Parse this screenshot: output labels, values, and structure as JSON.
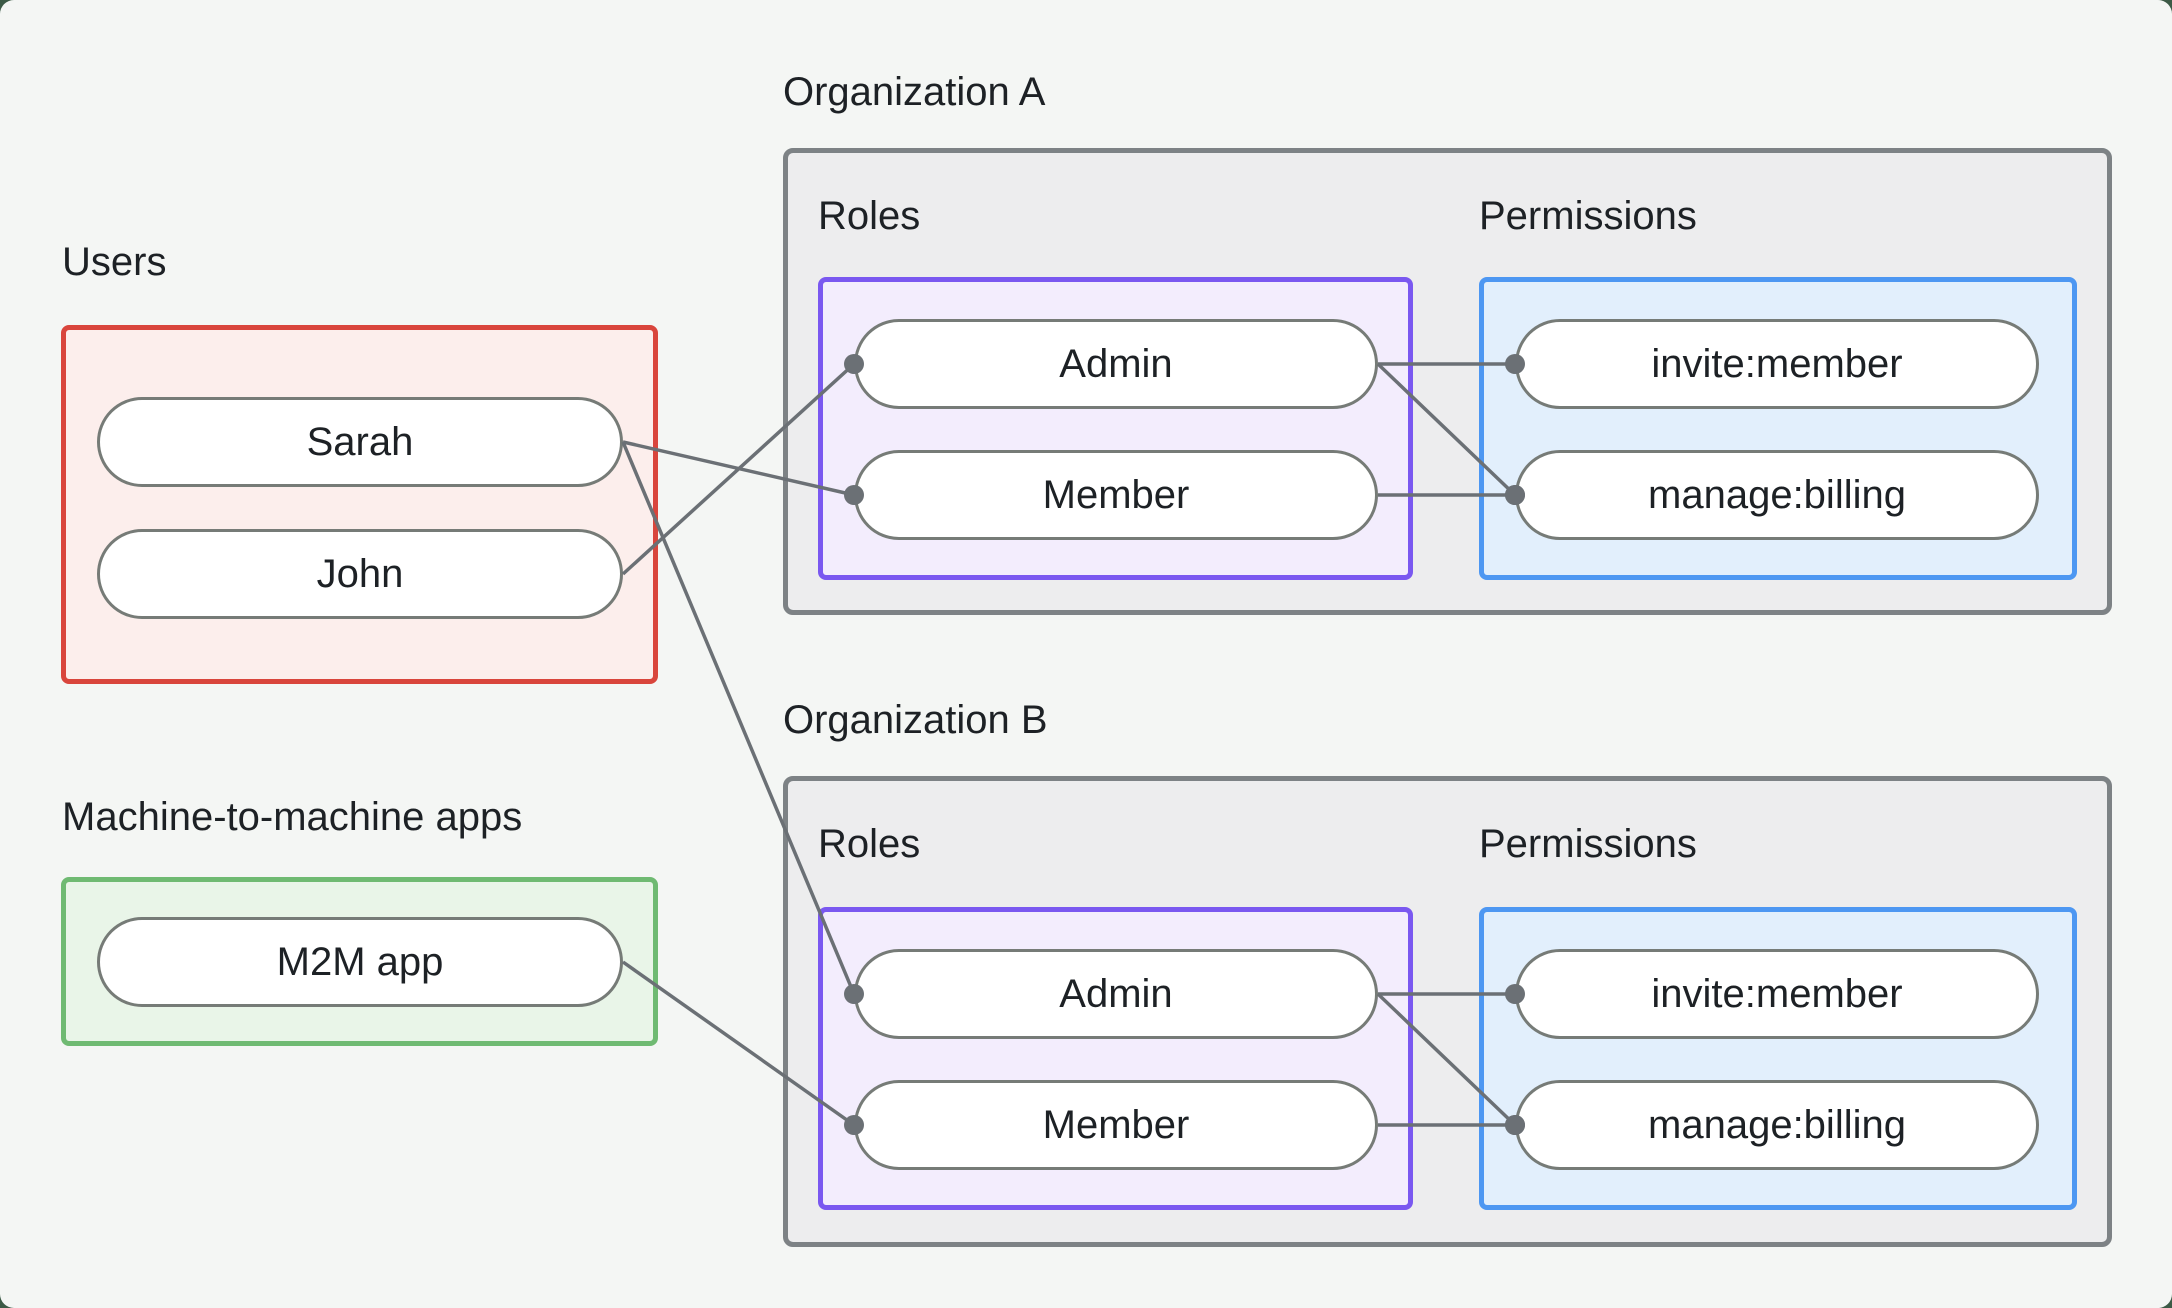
{
  "colors": {
    "backdrop": "#3c5a46",
    "panel_bg": "#f4f6f4",
    "org_bg": "#ededee",
    "org_border": "#7d8285",
    "users_border": "#d9453c",
    "users_bg": "#fceeec",
    "m2m_border": "#6fba72",
    "m2m_bg": "#e9f5e8",
    "roles_border": "#7a58f0",
    "roles_bg": "#f3edfd",
    "permissions_border": "#4d97f2",
    "permissions_bg": "#e2effc",
    "pill_border": "#767b77",
    "line": "#6b7075",
    "text": "#1d2125"
  },
  "groups": {
    "users": {
      "label": "Users",
      "items": [
        "Sarah",
        "John"
      ]
    },
    "m2m": {
      "label": "Machine-to-machine apps",
      "items": [
        "M2M app"
      ]
    }
  },
  "orgs": [
    {
      "title": "Organization A",
      "roles_label": "Roles",
      "permissions_label": "Permissions",
      "roles": [
        "Admin",
        "Member"
      ],
      "permissions": [
        "invite:member",
        "manage:billing"
      ]
    },
    {
      "title": "Organization B",
      "roles_label": "Roles",
      "permissions_label": "Permissions",
      "roles": [
        "Admin",
        "Member"
      ],
      "permissions": [
        "invite:member",
        "manage:billing"
      ]
    }
  ],
  "edges": [
    {
      "from": "user-sarah",
      "to": "orgA-role-member"
    },
    {
      "from": "user-john",
      "to": "orgA-role-admin"
    },
    {
      "from": "user-sarah",
      "to": "orgB-role-admin"
    },
    {
      "from": "m2m-app",
      "to": "orgB-role-member"
    },
    {
      "from": "orgA-role-admin",
      "to": "orgA-perm-invite"
    },
    {
      "from": "orgA-role-admin",
      "to": "orgA-perm-manage"
    },
    {
      "from": "orgA-role-member",
      "to": "orgA-perm-manage"
    },
    {
      "from": "orgB-role-admin",
      "to": "orgB-perm-invite"
    },
    {
      "from": "orgB-role-admin",
      "to": "orgB-perm-manage"
    },
    {
      "from": "orgB-role-member",
      "to": "orgB-perm-manage"
    }
  ],
  "line_style": {
    "stroke_width": 3.5,
    "dot_radius": 10
  }
}
